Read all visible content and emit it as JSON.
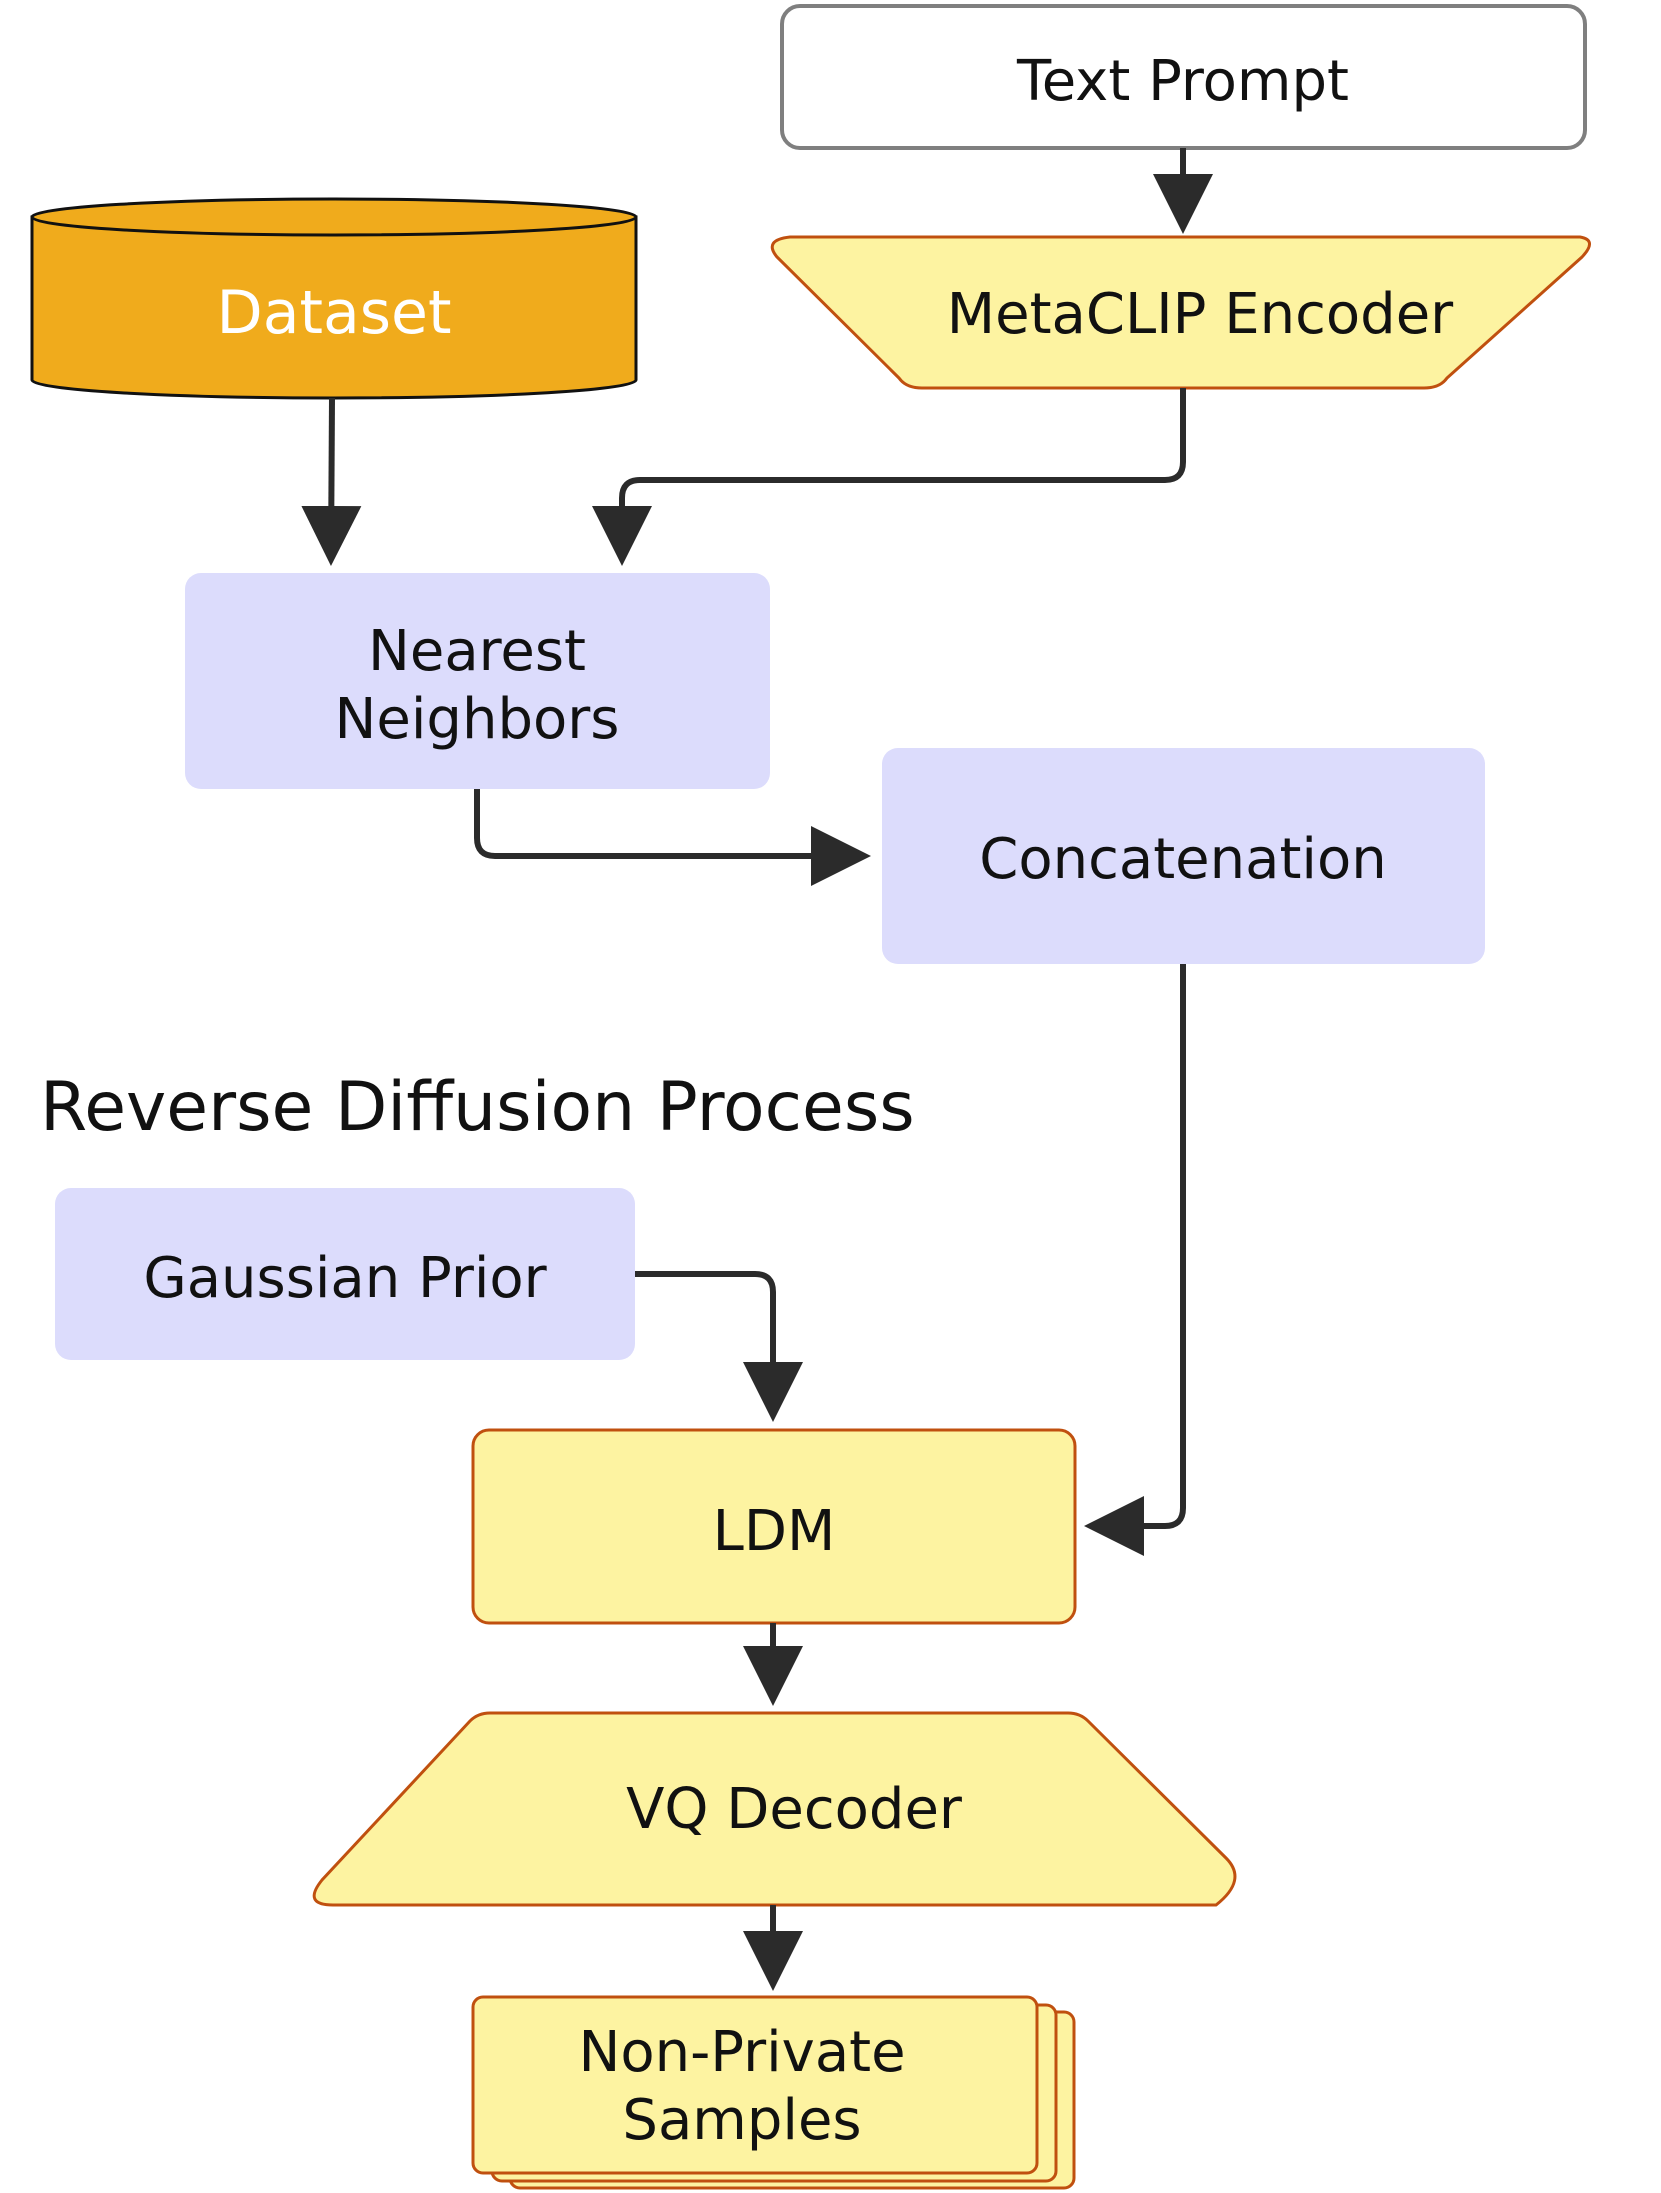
{
  "nodes": {
    "text_prompt": "Text Prompt",
    "metaclip_encoder": "MetaCLIP Encoder",
    "dataset": "Dataset",
    "nearest_neighbors_line1": "Nearest",
    "nearest_neighbors_line2": "Neighbors",
    "concatenation": "Concatenation",
    "section_label": "Reverse Diffusion Process",
    "gaussian_prior": "Gaussian Prior",
    "ldm": "LDM",
    "vq_decoder": "VQ Decoder",
    "samples_line1": "Non-Private",
    "samples_line2": "Samples"
  },
  "colors": {
    "dataset_fill": "#f0ab1c",
    "lavender_fill": "#dcdcfc",
    "yellow_fill": "#fdf3a1",
    "orange_stroke": "#c0500f",
    "gray_stroke": "#7f7f7f",
    "arrow": "#2b2b2b"
  }
}
